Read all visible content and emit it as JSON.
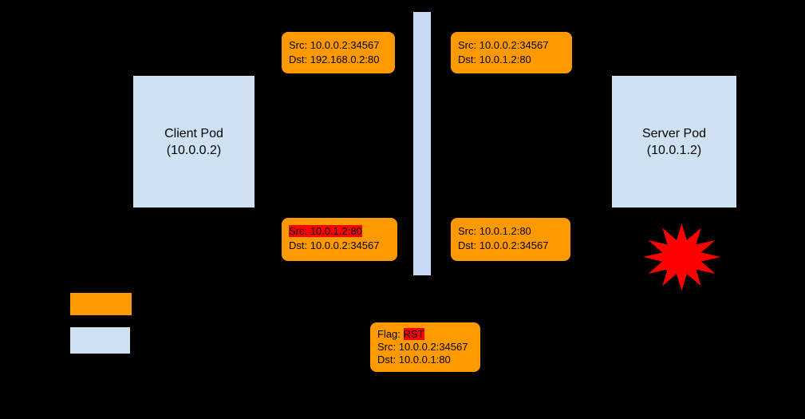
{
  "colors": {
    "background": "#000000",
    "packet_box": "#ff9900",
    "pod_box": "#cfe2f3",
    "gateway_bar": "#c9daf8",
    "highlight": "#ff0000",
    "burst": "#ff0000",
    "text": "#000000"
  },
  "pods": {
    "client": {
      "name": "Client Pod",
      "ip": "(10.0.0.2)"
    },
    "server": {
      "name": "Server Pod",
      "ip": "(10.0.1.2)"
    }
  },
  "packets": {
    "top_left": {
      "src": "Src: 10.0.0.2:34567",
      "dst": "Dst: 192.168.0.2:80"
    },
    "top_right": {
      "src": "Src: 10.0.0.2:34567",
      "dst": "Dst: 10.0.1.2:80"
    },
    "mid_left": {
      "src": "Src: 10.0.1.2:80",
      "dst": "Dst: 10.0.0.2:34567"
    },
    "mid_right": {
      "src": "Src: 10.0.1.2:80",
      "dst": "Dst: 10.0.0.2:34567"
    },
    "bottom": {
      "flag_label": "Flag: ",
      "flag_value": "RST",
      "src": "Src: 10.0.0.2:34567",
      "dst": "Dst: 10.0.0.1:80"
    }
  }
}
